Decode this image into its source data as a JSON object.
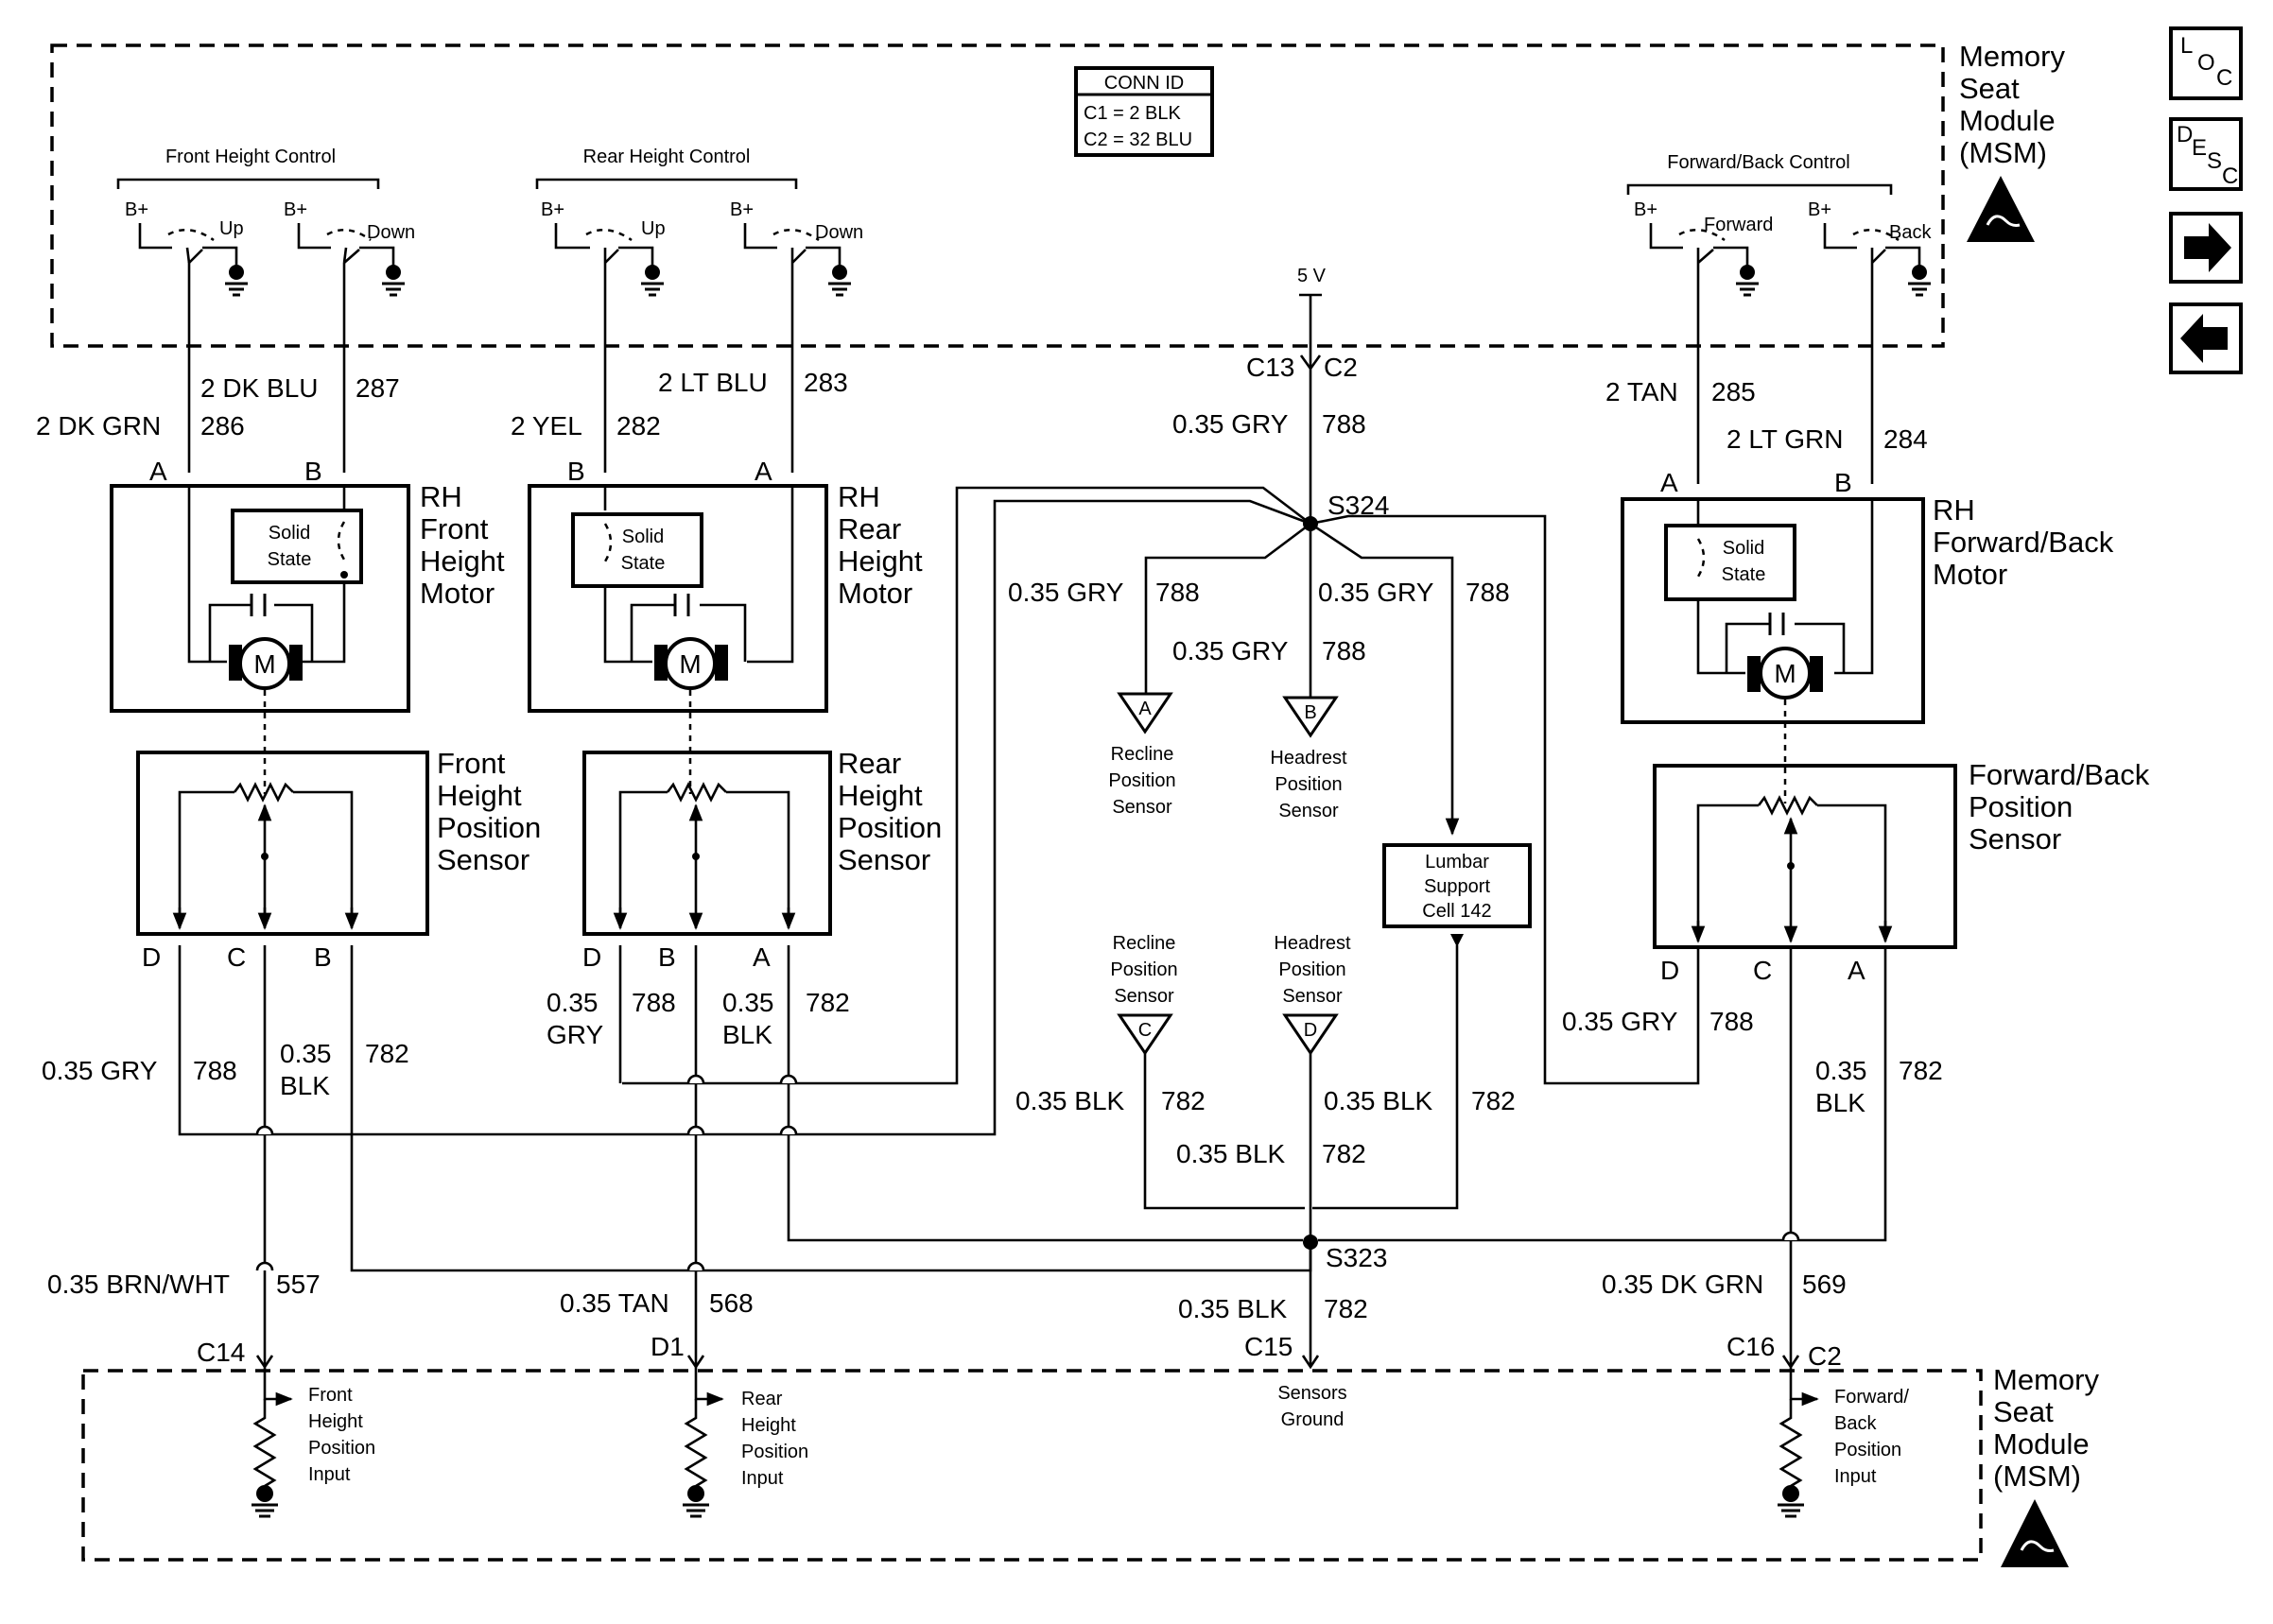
{
  "conn_id": {
    "title": "CONN ID",
    "c1": "C1 = 2 BLK",
    "c2": "C2 = 32 BLU"
  },
  "module": {
    "line1": "Memory",
    "line2": "Seat",
    "line3": "Module",
    "line4": "(MSM)"
  },
  "nav": {
    "loc": "LOC",
    "desc": "DESC",
    "next_icon": "arrow-right-icon",
    "prev_icon": "arrow-left-icon"
  },
  "controls": {
    "front": {
      "title": "Front Height Control",
      "up": "Up",
      "down": "Down",
      "bplus": "B+"
    },
    "rear": {
      "title": "Rear Height Control",
      "up": "Up",
      "down": "Down",
      "bplus": "B+"
    },
    "fwd": {
      "title": "Forward/Back Control",
      "forward": "Forward",
      "back": "Back",
      "bplus": "B+"
    }
  },
  "wires": {
    "w286": {
      "color": "2 DK GRN",
      "num": "286"
    },
    "w287": {
      "color": "2 DK BLU",
      "num": "287"
    },
    "w282": {
      "color": "2 YEL",
      "num": "282"
    },
    "w283": {
      "color": "2 LT BLU",
      "num": "283"
    },
    "w285": {
      "color": "2 TAN",
      "num": "285"
    },
    "w284": {
      "color": "2 LT GRN",
      "num": "284"
    },
    "gry": {
      "color": "0.35 GRY",
      "num": "788"
    },
    "gry_a": "0.35",
    "gry_b": "GRY",
    "blk": {
      "color": "0.35 BLK",
      "num": "782"
    },
    "blk_a": "0.35",
    "blk_b": "BLK",
    "w557": {
      "color": "0.35 BRN/WHT",
      "num": "557"
    },
    "w568": {
      "color": "0.35 TAN",
      "num": "568"
    },
    "w569": {
      "color": "0.35 DK GRN",
      "num": "569"
    }
  },
  "power": {
    "v5": "5 V",
    "c13": "C13",
    "c2": "C2",
    "c14": "C14",
    "d1": "D1",
    "c15": "C15",
    "c16": "C16"
  },
  "splices": {
    "s324": "S324",
    "s323": "S323"
  },
  "motors": {
    "front": {
      "l1": "RH",
      "l2": "Front",
      "l3": "Height",
      "l4": "Motor"
    },
    "rear": {
      "l1": "RH",
      "l2": "Rear",
      "l3": "Height",
      "l4": "Motor"
    },
    "fwd": {
      "l1": "RH",
      "l2": "Forward/Back",
      "l3": "Motor"
    },
    "solid1": "Solid",
    "solid2": "State",
    "m": "M"
  },
  "sensors": {
    "front": {
      "l1": "Front",
      "l2": "Height",
      "l3": "Position",
      "l4": "Sensor"
    },
    "rear": {
      "l1": "Rear",
      "l2": "Height",
      "l3": "Position",
      "l4": "Sensor"
    },
    "fwd": {
      "l1": "Forward/Back",
      "l2": "Position",
      "l3": "Sensor"
    }
  },
  "pins": {
    "a": "A",
    "b": "B",
    "c": "C",
    "d": "D"
  },
  "refs": {
    "recline": {
      "l1": "Recline",
      "l2": "Position",
      "l3": "Sensor"
    },
    "headrest": {
      "l1": "Headrest",
      "l2": "Position",
      "l3": "Sensor"
    },
    "lumbar": {
      "l1": "Lumbar",
      "l2": "Support",
      "l3": "Cell 142"
    }
  },
  "inputs": {
    "front": {
      "l1": "Front",
      "l2": "Height",
      "l3": "Position",
      "l4": "Input"
    },
    "rear": {
      "l1": "Rear",
      "l2": "Height",
      "l3": "Position",
      "l4": "Input"
    },
    "fwd": {
      "l1": "Forward/",
      "l2": "Back",
      "l3": "Position",
      "l4": "Input"
    },
    "ground1": "Sensors",
    "ground2": "Ground"
  }
}
